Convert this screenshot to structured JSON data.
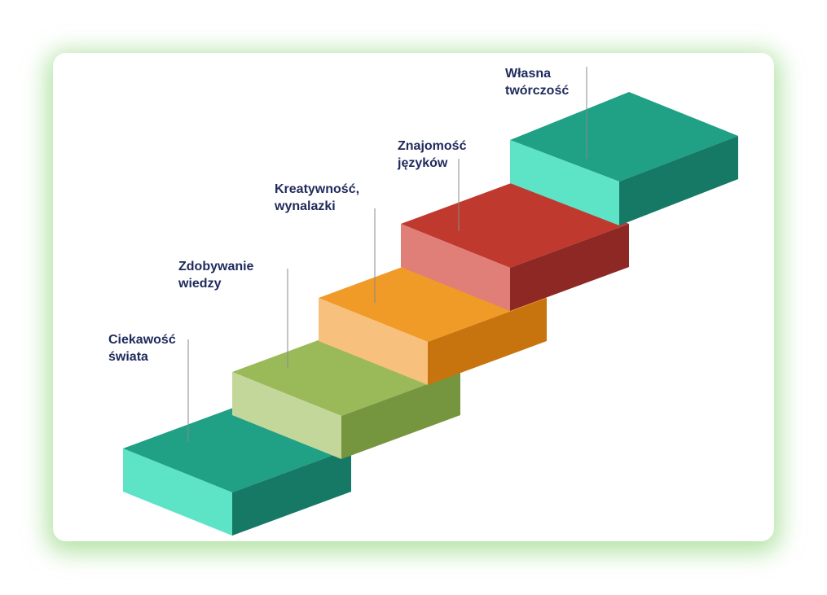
{
  "steps": [
    {
      "line1": "Ciekawość",
      "line2": "świata",
      "colors": {
        "top": "#20a085",
        "front": "#5de3c6",
        "side": "#167966"
      }
    },
    {
      "line1": "Zdobywanie",
      "line2": "wiedzy",
      "colors": {
        "top": "#9aba5a",
        "front": "#c3d79b",
        "side": "#76953f"
      }
    },
    {
      "line1": "Kreatywność,",
      "line2": "wynalazki",
      "colors": {
        "top": "#f09a28",
        "front": "#f7c07c",
        "side": "#c7730e"
      }
    },
    {
      "line1": "Znajomość",
      "line2": "języków",
      "colors": {
        "top": "#c0392f",
        "front": "#e07f78",
        "side": "#8e2824"
      }
    },
    {
      "line1": "Własna",
      "line2": "twórczość",
      "colors": {
        "top": "#20a085",
        "front": "#5de3c6",
        "side": "#167966"
      }
    }
  ]
}
